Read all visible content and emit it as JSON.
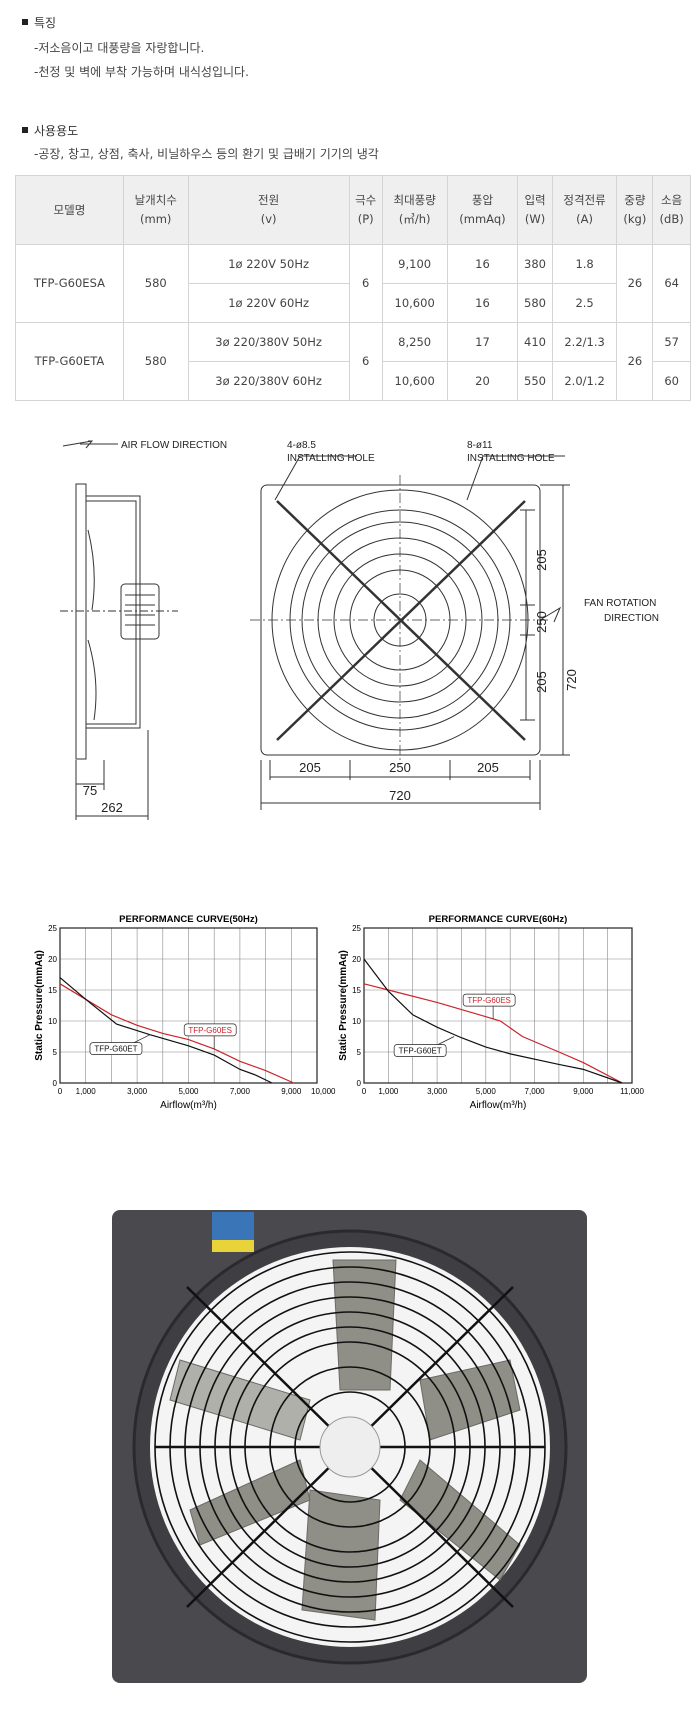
{
  "features": {
    "title": "특징",
    "items": [
      "-저소음이고 대풍량을 자랑합니다.",
      "-천정 및 벽에 부착 가능하며 내식성입니다."
    ]
  },
  "usage": {
    "title": "사용용도",
    "items": [
      "-공장, 창고, 상점, 축사, 비닐하우스 등의 환기 및 급배기 기기의 냉각"
    ]
  },
  "spec_table": {
    "headers": [
      [
        "모델명",
        ""
      ],
      [
        "날개치수",
        "(mm)"
      ],
      [
        "전원",
        "(v)"
      ],
      [
        "극수",
        "(P)"
      ],
      [
        "최대풍량",
        "(㎥/h)"
      ],
      [
        "풍압",
        "(mmAq)"
      ],
      [
        "입력",
        "(W)"
      ],
      [
        "정격전류",
        "(A)"
      ],
      [
        "중량",
        "(kg)"
      ],
      [
        "소음",
        "(dB)"
      ]
    ],
    "models": [
      {
        "model": "TFP-G60ESA",
        "blade": "580",
        "poles": "6",
        "weight": "26",
        "noise": [
          "64"
        ],
        "rows": [
          {
            "power": "1ø 220V 50Hz",
            "airflow": "9,100",
            "pressure": "16",
            "input": "380",
            "current": "1.8"
          },
          {
            "power": "1ø 220V 60Hz",
            "airflow": "10,600",
            "pressure": "16",
            "input": "580",
            "current": "2.5"
          }
        ]
      },
      {
        "model": "TFP-G60ETA",
        "blade": "580",
        "poles": "6",
        "weight": "26",
        "noise": [
          "57",
          "60"
        ],
        "rows": [
          {
            "power": "3ø 220/380V 50Hz",
            "airflow": "8,250",
            "pressure": "17",
            "input": "410",
            "current": "2.2/1.3"
          },
          {
            "power": "3ø 220/380V 60Hz",
            "airflow": "10,600",
            "pressure": "20",
            "input": "550",
            "current": "2.0/1.2"
          }
        ]
      }
    ]
  },
  "drawing": {
    "air_flow": "AIR FLOW DIRECTION",
    "hole1": [
      "4-ø8.5",
      "INSTALLING HOLE"
    ],
    "hole2": [
      "8-ø11",
      "INSTALLING HOLE"
    ],
    "fan_rotation": [
      "FAN ROTATION",
      "DIRECTION"
    ],
    "dims": {
      "side_75": "75",
      "side_262": "262",
      "h205a": "205",
      "h250": "250",
      "h205b": "205",
      "total_w": "720",
      "v205a": "205",
      "v250": "250",
      "v205b": "205",
      "total_h": "720"
    }
  },
  "chart_data": [
    {
      "type": "line",
      "title": "PERFORMANCE CURVE(50Hz)",
      "xlabel": "Airflow(m³/h)",
      "ylabel": "Static Pressure(mmAq)",
      "xlim": [
        0,
        10000
      ],
      "ylim": [
        0,
        25
      ],
      "xgrid": 1000,
      "ygrid": 5,
      "xticks": [
        [
          0,
          "0"
        ],
        [
          1000,
          "1,000"
        ],
        [
          3000,
          "3,000"
        ],
        [
          5000,
          "5,000"
        ],
        [
          7000,
          "7,000"
        ],
        [
          9000,
          "9,000"
        ],
        [
          10000,
          "10,000"
        ]
      ],
      "yticks": [
        0,
        5,
        10,
        15,
        20,
        25
      ],
      "series": [
        {
          "name": "TFP-G60ES",
          "color": "#c8252b",
          "points": [
            [
              0,
              16
            ],
            [
              1000,
              13.5
            ],
            [
              2000,
              11
            ],
            [
              3000,
              9.3
            ],
            [
              4000,
              8
            ],
            [
              5000,
              7
            ],
            [
              6000,
              5.5
            ],
            [
              7000,
              3.5
            ],
            [
              8000,
              2
            ],
            [
              9100,
              0
            ]
          ],
          "label_at": [
            6000,
            5.5
          ]
        },
        {
          "name": "TFP-G60ET",
          "color": "#111111",
          "points": [
            [
              0,
              17
            ],
            [
              1000,
              13.5
            ],
            [
              2200,
              9.5
            ],
            [
              3500,
              7.8
            ],
            [
              5000,
              6
            ],
            [
              6000,
              4.5
            ],
            [
              7000,
              2.2
            ],
            [
              7600,
              1.3
            ],
            [
              8250,
              0
            ]
          ],
          "label_at": [
            3500,
            7.8
          ]
        }
      ]
    },
    {
      "type": "line",
      "title": "PERFORMANCE CURVE(60Hz)",
      "xlabel": "Airflow(m³/h)",
      "ylabel": "Static Pressure(mmAq)",
      "xlim": [
        0,
        11000
      ],
      "ylim": [
        0,
        25
      ],
      "xgrid": 1000,
      "ygrid": 5,
      "xticks": [
        [
          0,
          "0"
        ],
        [
          1000,
          "1,000"
        ],
        [
          3000,
          "3,000"
        ],
        [
          5000,
          "5,000"
        ],
        [
          7000,
          "7,000"
        ],
        [
          9000,
          "9,000"
        ],
        [
          11000,
          "11,000"
        ]
      ],
      "yticks": [
        0,
        5,
        10,
        15,
        20,
        25
      ],
      "series": [
        {
          "name": "TFP-G60ES",
          "color": "#c8252b",
          "points": [
            [
              0,
              16
            ],
            [
              1000,
              15
            ],
            [
              3000,
              13
            ],
            [
              5000,
              10.7
            ],
            [
              5600,
              10
            ],
            [
              6500,
              7.5
            ],
            [
              8000,
              5
            ],
            [
              9000,
              3.3
            ],
            [
              10600,
              0
            ]
          ],
          "label_at": [
            5300,
            10.3
          ]
        },
        {
          "name": "TFP-G60ET",
          "color": "#111111",
          "points": [
            [
              0,
              20
            ],
            [
              1000,
              14.8
            ],
            [
              2000,
              11
            ],
            [
              3000,
              9
            ],
            [
              4000,
              7.3
            ],
            [
              5000,
              5.8
            ],
            [
              6000,
              4.7
            ],
            [
              8000,
              3
            ],
            [
              9000,
              2.2
            ],
            [
              10600,
              0
            ]
          ],
          "label_at": [
            3700,
            7.5
          ]
        }
      ]
    }
  ],
  "colors": {
    "plate": "#4a4a4e",
    "blade": "#8f8f88",
    "guard": "#111111"
  }
}
